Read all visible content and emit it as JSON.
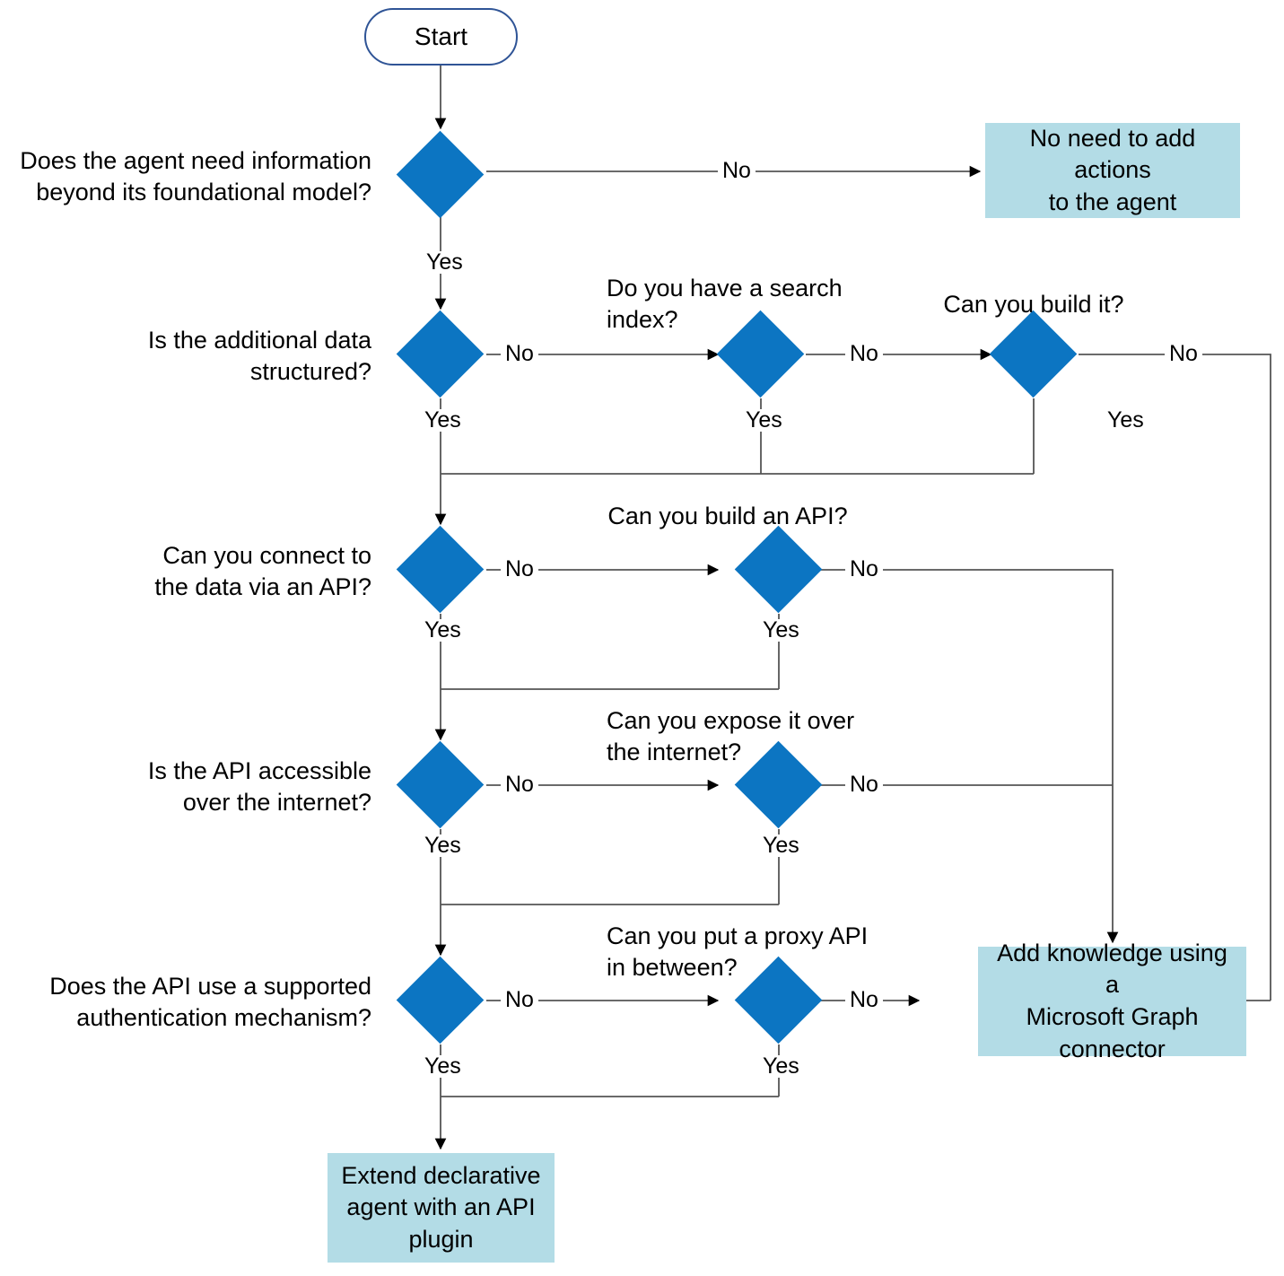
{
  "diagram": {
    "title": "Agent knowledge extensibility decision flowchart",
    "colors": {
      "diamond_fill": "#0c75c2",
      "box_fill": "#b3dce6",
      "terminator_border": "#2f5496",
      "line": "#404040",
      "text": "#000000",
      "background": "#ffffff"
    },
    "start": {
      "label": "Start"
    },
    "decisions": [
      {
        "id": "d1",
        "question": "Does the agent need information\nbeyond its foundational model?",
        "question_side": "left",
        "yes_label": "Yes",
        "no_label": "No"
      },
      {
        "id": "d2",
        "question": "Is the additional data\nstructured?",
        "question_side": "left",
        "yes_label": "Yes",
        "no_label": "No"
      },
      {
        "id": "d2b",
        "question": "Do you have a search\nindex?",
        "question_side": "above",
        "yes_label": "Yes",
        "no_label": "No"
      },
      {
        "id": "d2c",
        "question": "Can you build it?",
        "question_side": "above",
        "yes_label": "Yes",
        "no_label": "No"
      },
      {
        "id": "d3",
        "question": "Can you connect to\nthe data via an API?",
        "question_side": "left",
        "yes_label": "Yes",
        "no_label": "No"
      },
      {
        "id": "d3b",
        "question": "Can you build an API?",
        "question_side": "above",
        "yes_label": "Yes",
        "no_label": "No"
      },
      {
        "id": "d4",
        "question": "Is the API accessible\nover the internet?",
        "question_side": "left",
        "yes_label": "Yes",
        "no_label": "No"
      },
      {
        "id": "d4b",
        "question": "Can you expose it over\nthe internet?",
        "question_side": "above",
        "yes_label": "Yes",
        "no_label": "No"
      },
      {
        "id": "d5",
        "question": "Does the API use a supported\nauthentication mechanism?",
        "question_side": "left",
        "yes_label": "Yes",
        "no_label": "No"
      },
      {
        "id": "d5b",
        "question": "Can you put a proxy API\nin between?",
        "question_side": "above",
        "yes_label": "Yes",
        "no_label": "No"
      }
    ],
    "outcomes": [
      {
        "id": "o1",
        "lines": [
          "No need to add actions",
          "to the agent"
        ]
      },
      {
        "id": "o2",
        "lines": [
          "Add knowledge using a",
          "Microsoft Graph",
          "connector"
        ]
      },
      {
        "id": "o3",
        "lines": [
          "Extend declarative",
          "agent with an API",
          "plugin"
        ]
      }
    ]
  }
}
